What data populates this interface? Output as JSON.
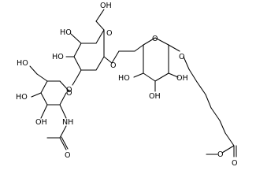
{
  "diagram": {
    "kind": "chemical-structure",
    "atom_labels": {
      "ch2oh_top_oh": "OH",
      "ring1_ho_upper": "HO",
      "ring1_ring_o": "O",
      "ring1_ho_lower": "HO",
      "ring1_glyco_o": "O",
      "glyco_link_o": "O",
      "ring2_ring_o": "O",
      "ring2_anomeric_o": "O",
      "ring2_ho_left": "HO",
      "ring2_oh_right": "OH",
      "ring2_oh_bottom": "OH",
      "ring3_ch2oh_ho": "HO",
      "ring3_ring_o": "O",
      "ring3_ho_left": "HO",
      "ring3_oh_bottom": "OH",
      "amide_nh": "NH",
      "acetyl_o": "O",
      "ester_o_single": "O",
      "ester_o_double": "O"
    }
  }
}
